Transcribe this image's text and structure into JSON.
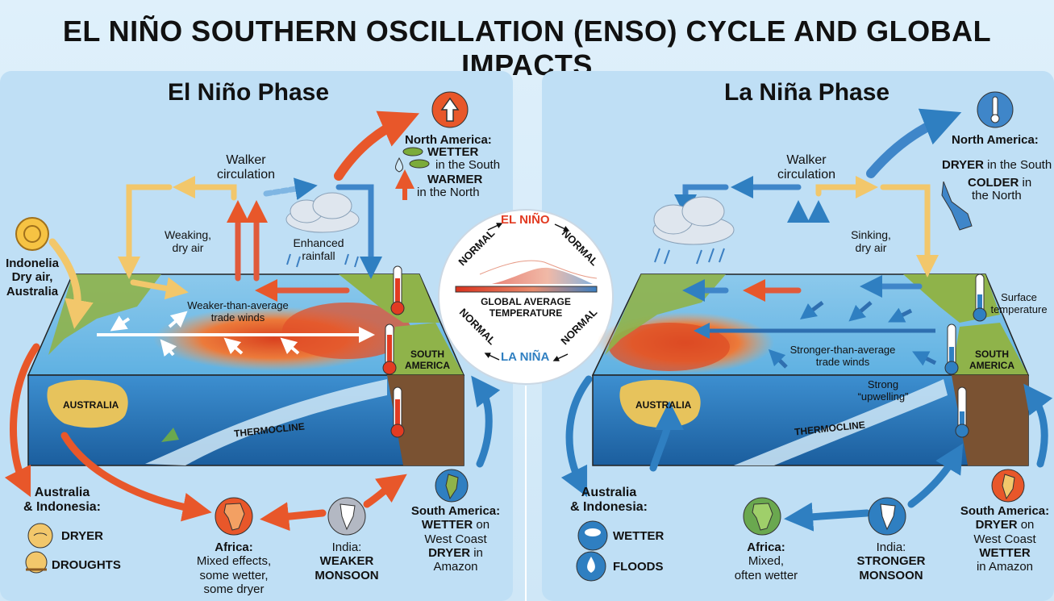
{
  "title": "EL NIÑO SOUTHERN OSCILLATION (ENSO) CYCLE AND GLOBAL IMPACTS",
  "el_nino": {
    "title": "El Niño Phase",
    "walker": [
      "Walker",
      "circulation"
    ],
    "weak_air": [
      "Weaking,",
      "dry air"
    ],
    "rain": [
      "Enhanced",
      "rainfall"
    ],
    "trade": [
      "Weaker-than-average",
      "trade winds"
    ],
    "thermocline": "THERMOCLINE",
    "australia_map": "AUSTRALIA",
    "south_america_map": [
      "SOUTH",
      "AMERICA"
    ],
    "indo": [
      "Indonelia",
      "Dry air,",
      "Australia"
    ],
    "na": {
      "title": "North America:",
      "l1": "WETTER",
      "l2": "in the South",
      "l3": "WARMER",
      "l4": "in the North"
    },
    "aus": {
      "title": [
        "Australia",
        "& Indonesia:"
      ],
      "i1": "DRYER",
      "i2": "DROUGHTS"
    },
    "africa": {
      "title": "Africa:",
      "l1": "Mixed effects,",
      "l2": "some wetter,",
      "l3": "some dryer"
    },
    "india": {
      "title": "India:",
      "l1": "WEAKER",
      "l2": "MONSOON"
    },
    "sa": {
      "title": "South America:",
      "l1": "WETTER",
      "l2": "on",
      "l3": "West Coast",
      "l4": "DRYER",
      "l5": "in",
      "l6": "Amazon"
    }
  },
  "la_nina": {
    "title": "La Niña Phase",
    "walker": [
      "Walker",
      "circulation"
    ],
    "sink_air": [
      "Sinking,",
      "dry air"
    ],
    "surface": [
      "Surface",
      "temperature"
    ],
    "trade": [
      "Stronger-than-average",
      "trade winds"
    ],
    "upwelling": [
      "Strong",
      "“upwelling”"
    ],
    "thermocline": "THERMOCLINE",
    "australia_map": "AUSTRALIA",
    "south_america_map": [
      "SOUTH",
      "AMERICA"
    ],
    "na": {
      "title": "North America:",
      "l1": "DRYER",
      "l2": "in the South",
      "l3": "COLDER",
      "l4": "in",
      "l5": "the North"
    },
    "aus": {
      "title": [
        "Australia",
        "& Indonesia:"
      ],
      "i1": "WETTER",
      "i2": "FLOODS"
    },
    "africa": {
      "title": "Africa:",
      "l1": "Mixed,",
      "l2": "often wetter"
    },
    "india": {
      "title": "India:",
      "l1": "STRONGER",
      "l2": "MONSOON"
    },
    "sa": {
      "title": "South America:",
      "l1": "DRYER",
      "l2": "on",
      "l3": "West Coast",
      "l4": "WETTER",
      "l5": "in Amazon"
    }
  },
  "cycle": {
    "normal_tl": "NORMAL",
    "el_nino": "EL NIÑO",
    "normal_tr": "NORMAL",
    "normal_bl": "NORMAL",
    "la_nina": "LA NIÑA",
    "normal_br": "NORMAL",
    "label": [
      "GLOBAL AVERAGE",
      "TEMPERATURE"
    ]
  },
  "colors": {
    "warm": "#e8572a",
    "cool": "#2f7fc1",
    "land": "#8fb34a",
    "ocean": "#2b74b8",
    "accent_red": "#e23b22"
  }
}
